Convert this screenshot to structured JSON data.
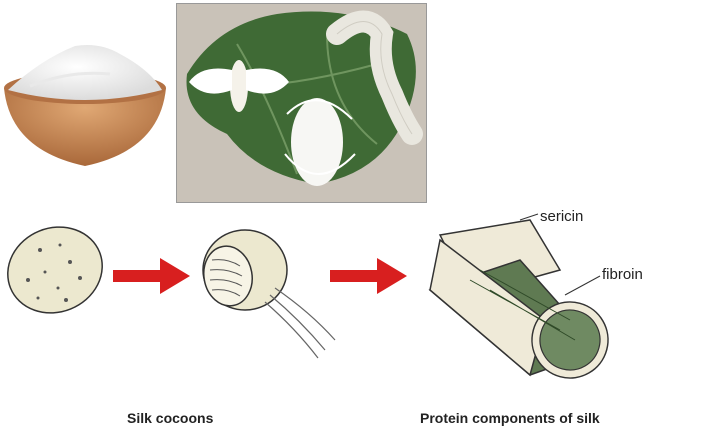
{
  "images": {
    "powder": "white powder in wooden bowl",
    "silkworm": "silk moth, silkworm and cocoon on mulberry leaf"
  },
  "diagram": {
    "caption_left": "Silk cocoons",
    "caption_right": "Protein components of silk",
    "label_sericin": "sericin",
    "label_fibroin": "fibroin"
  },
  "colors": {
    "arrow": "#d81f1f",
    "leaf": "#3f6a35",
    "fibroin": "#5f7a52",
    "sericin": "#efead8",
    "bowl": "#c98a52"
  }
}
